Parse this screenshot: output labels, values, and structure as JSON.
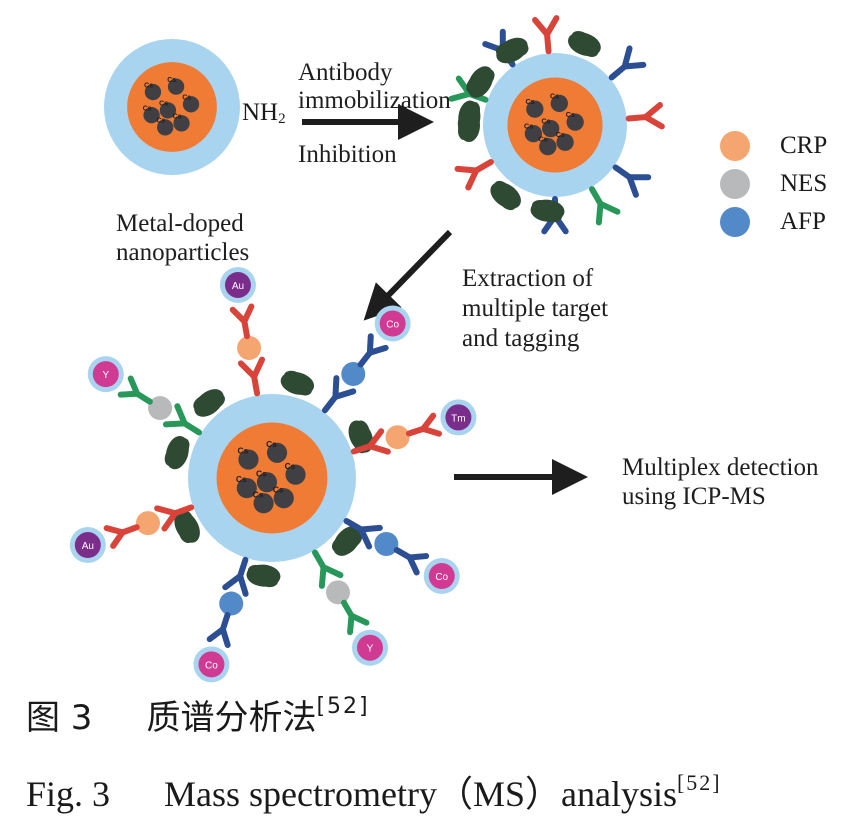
{
  "labels": {
    "nh2": "NH",
    "nh2_sub": "2",
    "antibody": "Antibody",
    "immobilization": "immobilization",
    "inhibition": "Inhibition",
    "metal_doped_1": "Metal-doped",
    "metal_doped_2": "nanoparticles",
    "extraction_1": "Extraction of",
    "extraction_2": "multiple target",
    "extraction_3": "and tagging",
    "multiplex_1": "Multiplex detection",
    "multiplex_2": "using ICP-MS"
  },
  "core_marker": "Cs",
  "tag_labels": {
    "au": "Au",
    "y": "Y",
    "co": "Co",
    "tm": "Tm"
  },
  "legend": [
    {
      "label": "CRP",
      "color": "#f5a570"
    },
    {
      "label": "NES",
      "color": "#b7b9bb"
    },
    {
      "label": "AFP",
      "color": "#5289c9"
    }
  ],
  "colors": {
    "shell": "#a8d4ef",
    "core": "#ef7b35",
    "bead": "#3f3f44",
    "blob": "#2f4a33",
    "red_antibody": "#d8433a",
    "navy_antibody": "#2c4f93",
    "green_antibody": "#28985a",
    "tag": "#d13a93",
    "tag_dark": "#7b2d8b"
  },
  "caption": {
    "cn_num": "图 3",
    "cn_title": "质谱分析法",
    "cn_ref": "[52]",
    "en_num": "Fig. 3",
    "en_title": "Mass spectrometry（MS）analysis",
    "en_ref": "[52]"
  }
}
